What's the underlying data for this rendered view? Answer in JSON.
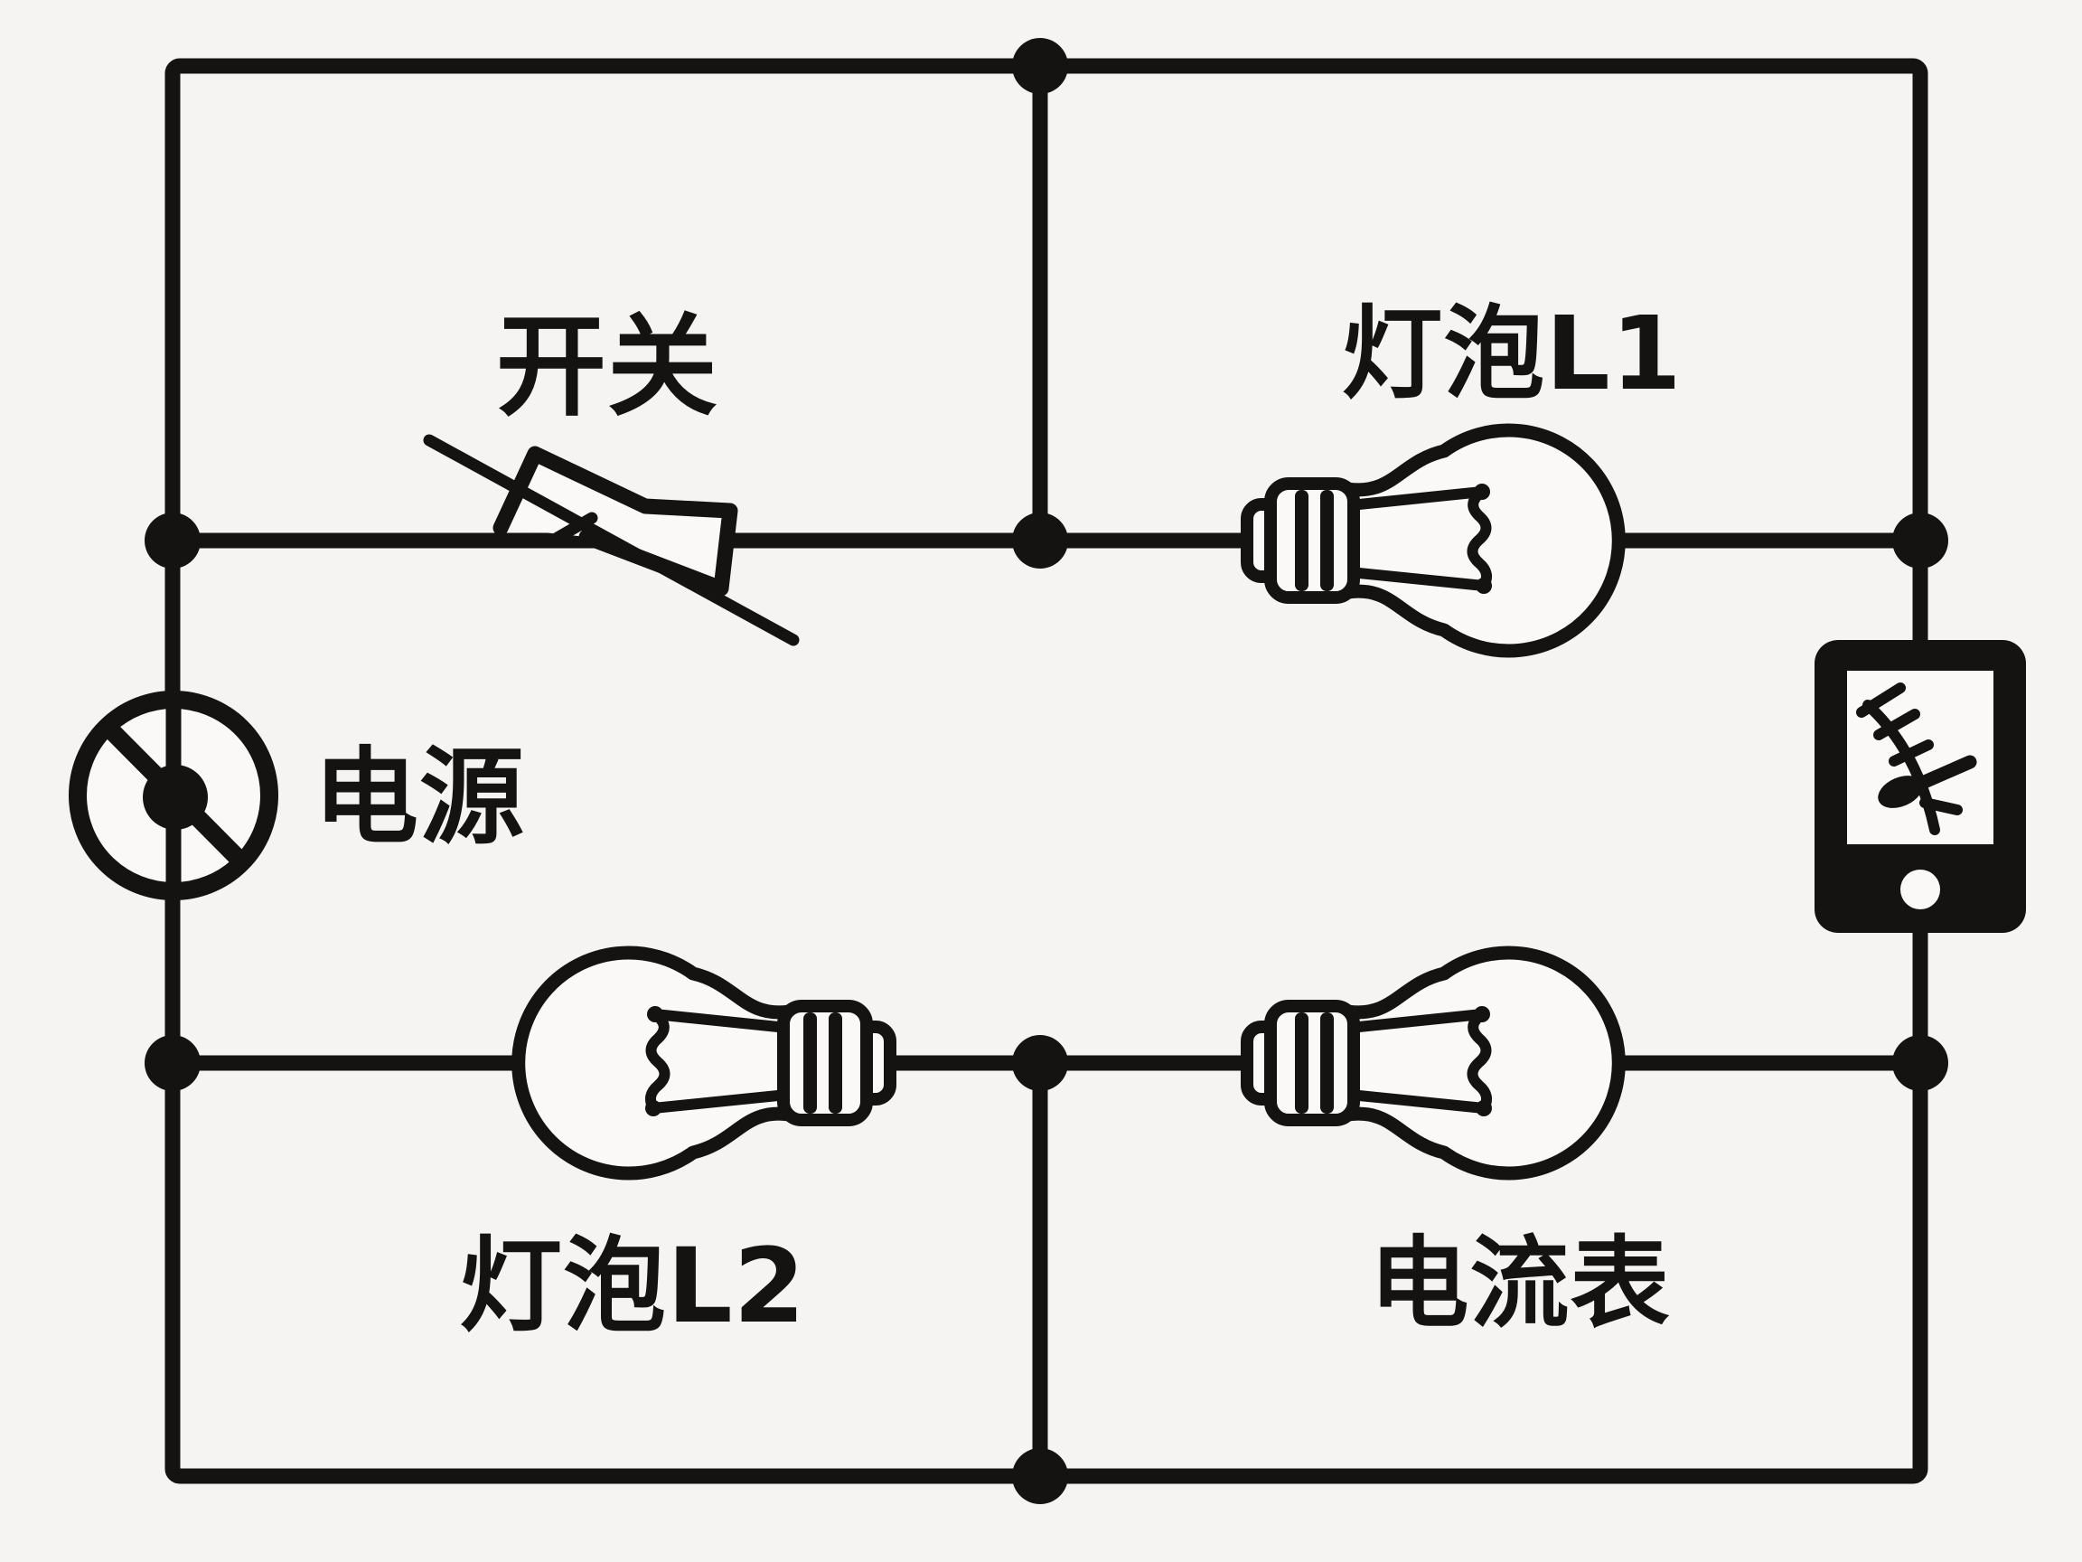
{
  "colors": {
    "background": "#f6f4f2",
    "line": "#141312"
  },
  "labels": {
    "switch": "开关",
    "bulb_l1": "灯泡L1",
    "power_source": "电源",
    "bulb_l2": "灯泡L2",
    "ammeter": "电流表"
  }
}
